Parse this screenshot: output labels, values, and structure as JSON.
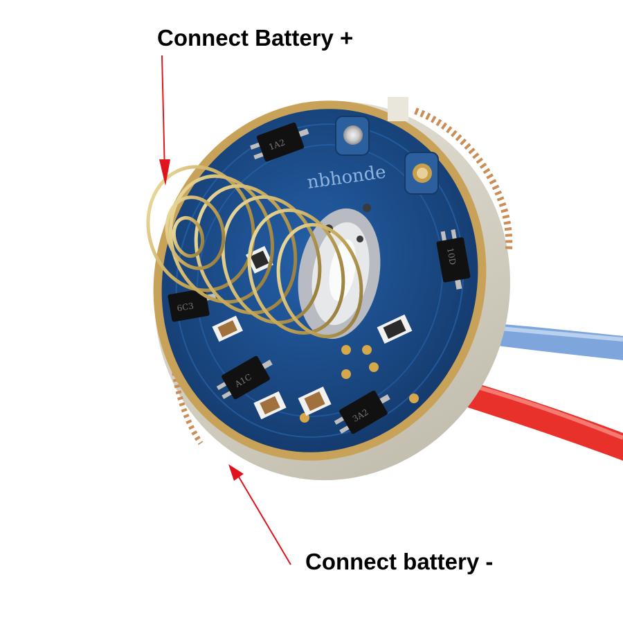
{
  "annotations": {
    "positive": "Connect Battery +",
    "negative": "Connect battery -"
  },
  "board": {
    "silkscreen": "nbhonde",
    "chip_markings": [
      "1A2",
      "6C3",
      "10D",
      "A1C",
      "3A2"
    ]
  },
  "colors": {
    "pcb": "#1c4f8e",
    "copper_ring": "#c9a25a",
    "spring": "#d8c27a",
    "wire_blue": "#7fa6dc",
    "wire_red": "#e8312a",
    "arrow": "#e0141c"
  }
}
